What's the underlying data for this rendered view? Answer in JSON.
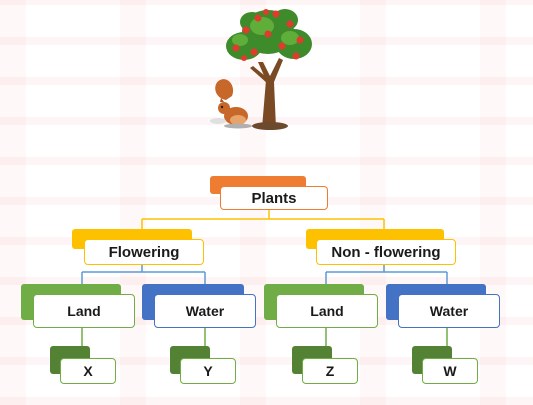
{
  "nodes": {
    "plants": "Plants",
    "flowering": "Flowering",
    "non_flowering": "Non - flowering",
    "flowering_land": "Land",
    "flowering_water": "Water",
    "nonflowering_land": "Land",
    "nonflowering_water": "Water",
    "x": "X",
    "y": "Y",
    "z": "Z",
    "w": "W"
  },
  "colors": {
    "orange": "#ee7d31",
    "yellow": "#fdc100",
    "green": "#70ad47",
    "blue": "#4472c4",
    "dark_green": "#548235",
    "line_yellow": "#ffc000",
    "line_blue": "#5b9bd5",
    "line_green": "#70ad47"
  },
  "illustration": {
    "tree": "tree-with-apples-icon",
    "squirrel": "squirrel-icon"
  }
}
